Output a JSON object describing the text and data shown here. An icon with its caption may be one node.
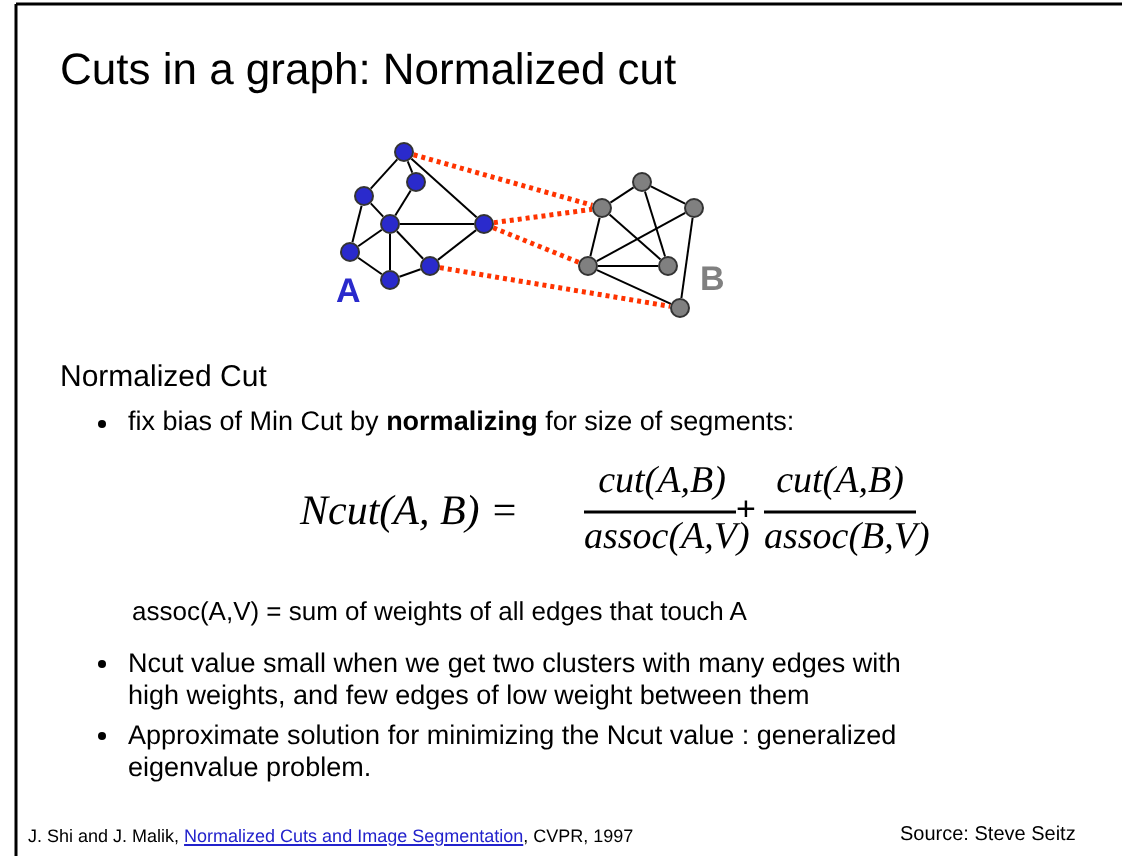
{
  "diagram": {
    "title": "Cuts in a graph: Normalized cut",
    "nodes": [
      {
        "text": [],
        "shape": "circle"
      },
      {
        "text": [],
        "shape": "circle"
      },
      {
        "text": [],
        "shape": "circle"
      },
      {
        "text": [],
        "shape": "circle"
      },
      {
        "text": [],
        "shape": "circle"
      },
      {
        "text": [],
        "shape": "circle"
      },
      {
        "text": [],
        "shape": "circle"
      },
      {
        "text": [],
        "shape": "circle"
      },
      {
        "text": [],
        "shape": "circle"
      },
      {
        "text": [],
        "shape": "circle"
      },
      {
        "text": [],
        "shape": "circle"
      },
      {
        "text": [],
        "shape": "circle"
      },
      {
        "text": [],
        "shape": "circle"
      },
      {
        "text": [],
        "shape": "circle"
      }
    ],
    "edges": [
      {
        "from": 0,
        "to": 2,
        "arrow": "none"
      },
      {
        "from": 0,
        "to": 1,
        "arrow": "none"
      },
      {
        "from": 0,
        "to": 4,
        "arrow": "none"
      },
      {
        "from": 1,
        "to": 3,
        "arrow": "none"
      },
      {
        "from": 2,
        "to": 3,
        "arrow": "none"
      },
      {
        "from": 2,
        "to": 5,
        "arrow": "none"
      },
      {
        "from": 3,
        "to": 4,
        "arrow": "none"
      },
      {
        "from": 3,
        "to": 5,
        "arrow": "none"
      },
      {
        "from": 3,
        "to": 6,
        "arrow": "none"
      },
      {
        "from": 3,
        "to": 7,
        "arrow": "none"
      },
      {
        "from": 5,
        "to": 7,
        "arrow": "none"
      },
      {
        "from": 7,
        "to": 6,
        "arrow": "none"
      },
      {
        "from": 6,
        "to": 4,
        "arrow": "none"
      },
      {
        "from": 8,
        "to": 9,
        "arrow": "none"
      },
      {
        "from": 8,
        "to": 12,
        "arrow": "none"
      },
      {
        "from": 8,
        "to": 10,
        "arrow": "none"
      },
      {
        "from": 9,
        "to": 11,
        "arrow": "none"
      },
      {
        "from": 9,
        "to": 12,
        "arrow": "none"
      },
      {
        "from": 11,
        "to": 10,
        "arrow": "none"
      },
      {
        "from": 11,
        "to": 12,
        "arrow": "none"
      },
      {
        "from": 11,
        "to": 13,
        "arrow": "none"
      },
      {
        "from": 10,
        "to": 13,
        "arrow": "none"
      },
      {
        "from": 0,
        "to": 9,
        "arrow": "none",
        "style": "dashed",
        "color": "#ff3300"
      },
      {
        "from": 4,
        "to": 9,
        "arrow": "none",
        "style": "dashed",
        "color": "#ff3300"
      },
      {
        "from": 4,
        "to": 11,
        "arrow": "none",
        "style": "dashed",
        "color": "#ff3300"
      },
      {
        "from": 6,
        "to": 13,
        "arrow": "none",
        "style": "dashed",
        "color": "#ff3300"
      }
    ],
    "labels": [
      "A",
      "B",
      "Normalized Cut",
      "fix bias of Min Cut by **normalizing** for size of segments:",
      "Ncut(A, B) =",
      "cut(A,B)",
      "assoc(A,V)",
      "+",
      "cut(A,B)",
      "assoc(B,V)",
      "assoc(A,V) = sum of weights of all edges that touch A",
      "Ncut value small when we get two clusters with many edges with high weights, and few edges of low weight between them",
      "Approximate solution for minimizing the Ncut value : generalized eigenvalue problem.",
      "J. Shi and J. Malik, ",
      "Normalized Cuts and Image Segmentation",
      ", CVPR, 1997",
      "Source: Steve Seitz"
    ]
  }
}
